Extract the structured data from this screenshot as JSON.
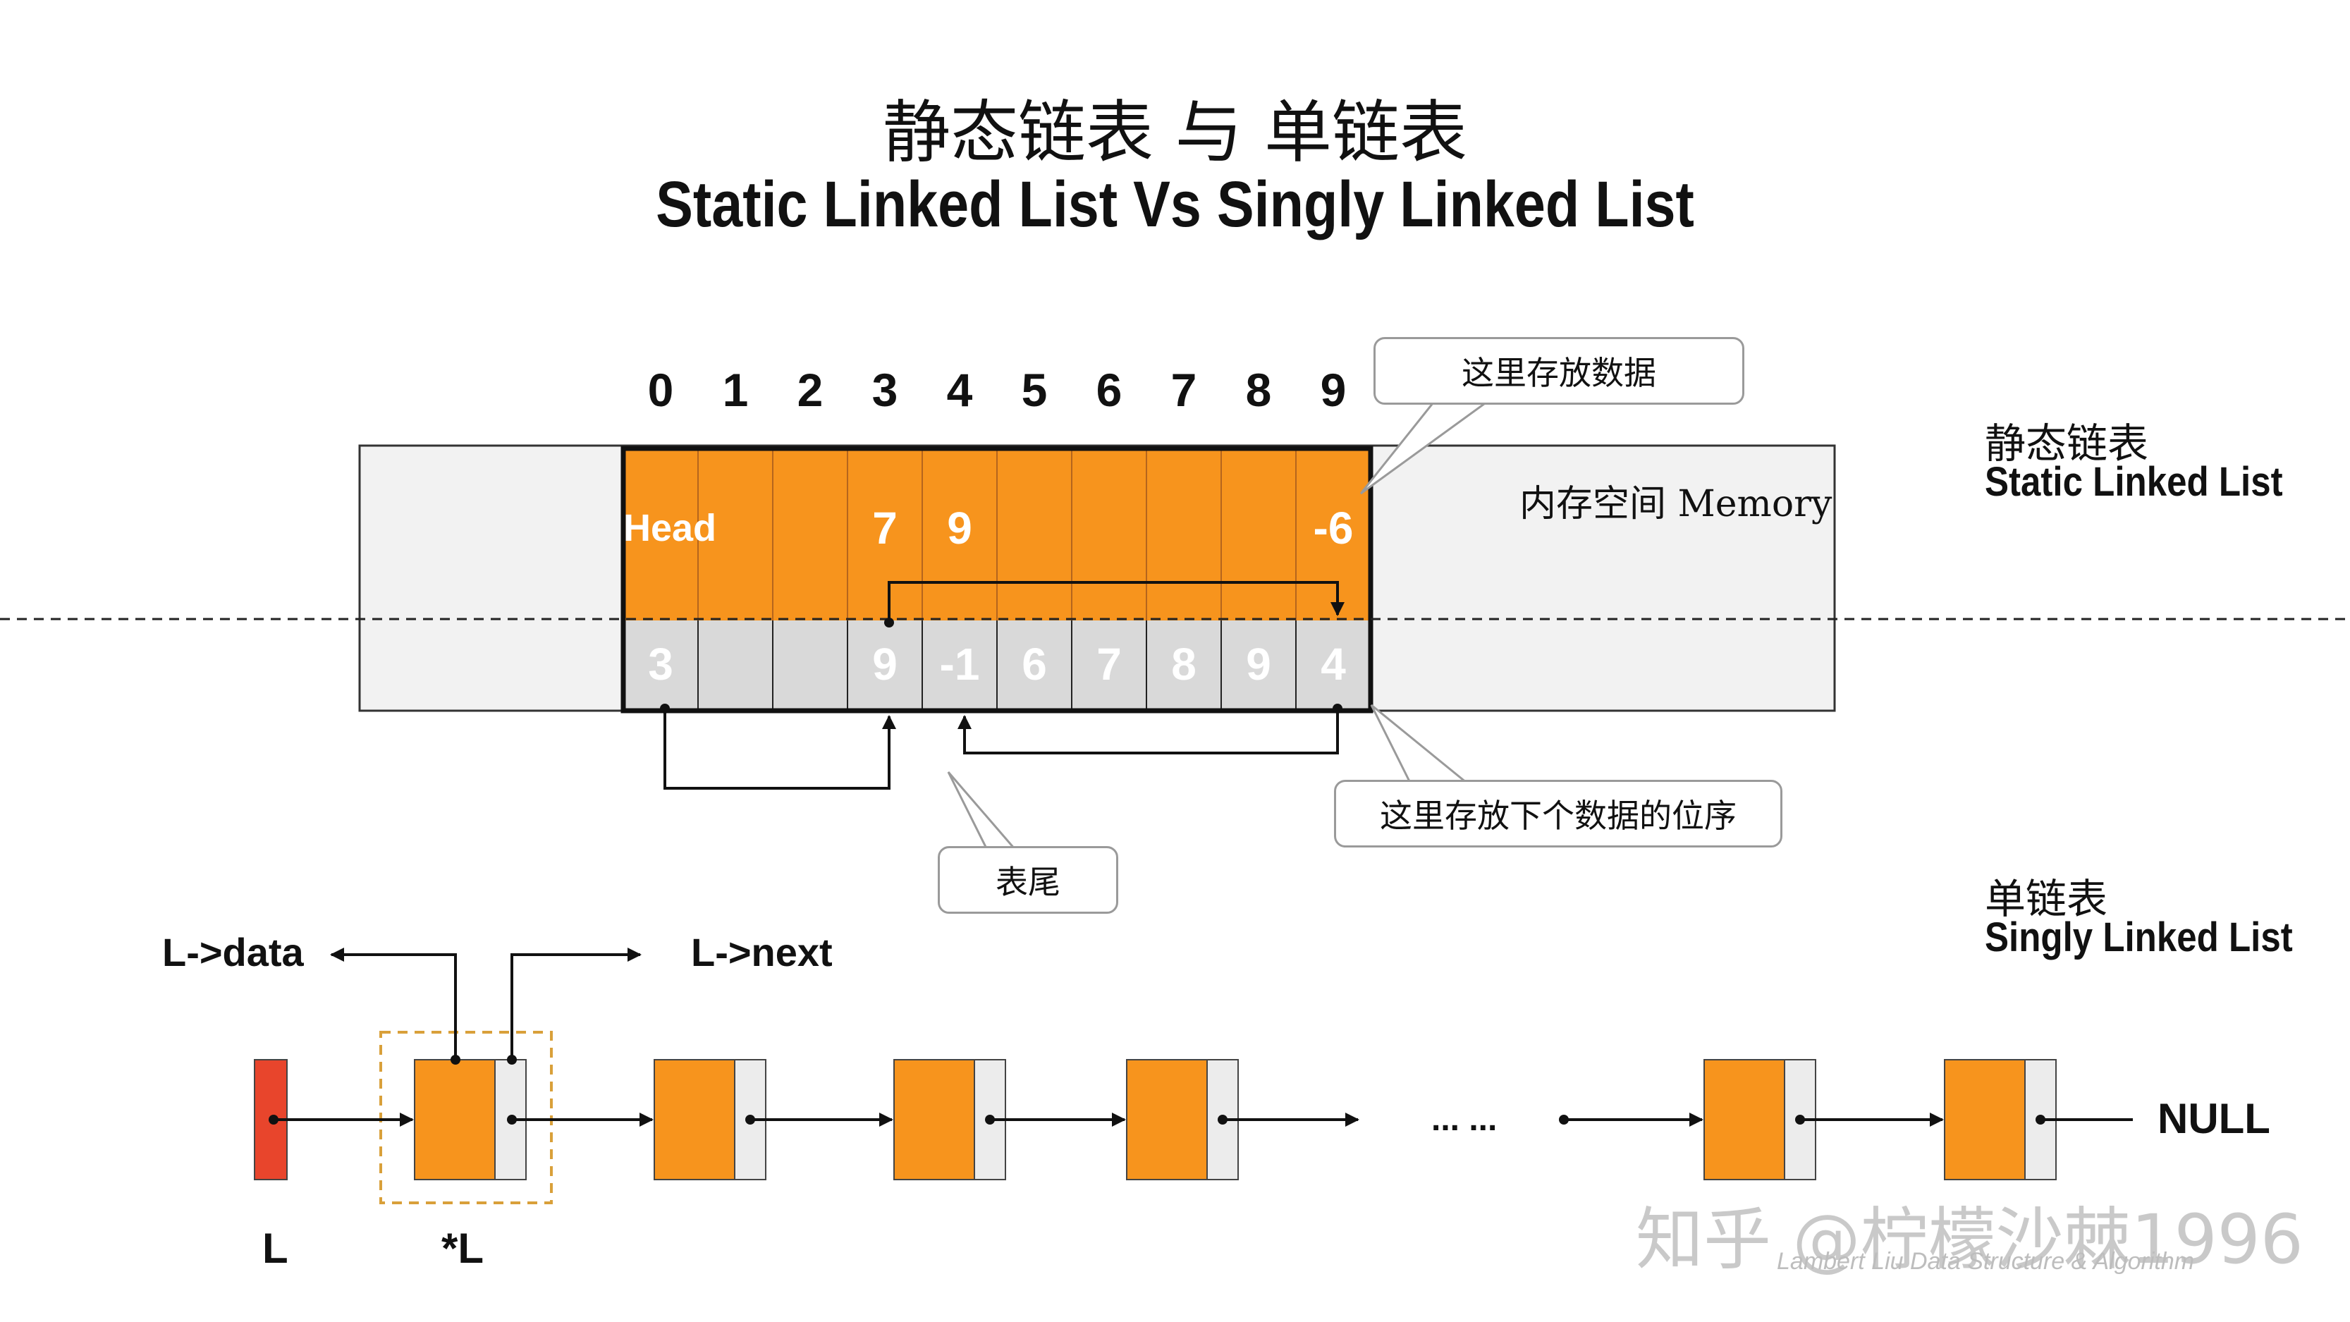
{
  "title": {
    "cn": "静态链表 与 单链表",
    "en": "Static Linked List Vs Singly Linked List"
  },
  "static_list": {
    "indices": [
      "0",
      "1",
      "2",
      "3",
      "4",
      "5",
      "6",
      "7",
      "8",
      "9"
    ],
    "data_row": [
      "Head",
      "",
      "",
      "7",
      "9",
      "",
      "",
      "",
      "",
      "-6"
    ],
    "next_row": [
      "3",
      "",
      "",
      "9",
      "-1",
      "6",
      "7",
      "8",
      "9",
      "4"
    ],
    "memory_label": "内存空间 Memory",
    "side_cn": "静态链表",
    "side_en": "Static Linked List",
    "callout_data": "这里存放数据",
    "callout_next": "这里存放下个数据的位序",
    "callout_tail": "表尾"
  },
  "singly_list": {
    "side_cn": "单链表",
    "side_en": "Singly Linked List",
    "label_data": "L->data",
    "label_next": "L->next",
    "label_L": "L",
    "label_starL": "*L",
    "ellipsis": "... ...",
    "null_label": "NULL"
  },
  "watermark": "知乎 @柠檬沙棘1996",
  "credit": "Lambert Liu    Data Structure & Algorithm",
  "colors": {
    "orange": "#f7941d",
    "gray": "#d9d9d9",
    "panel": "#f2f2f2",
    "red": "#e8452c",
    "dashed_box": "#d9a03a"
  }
}
